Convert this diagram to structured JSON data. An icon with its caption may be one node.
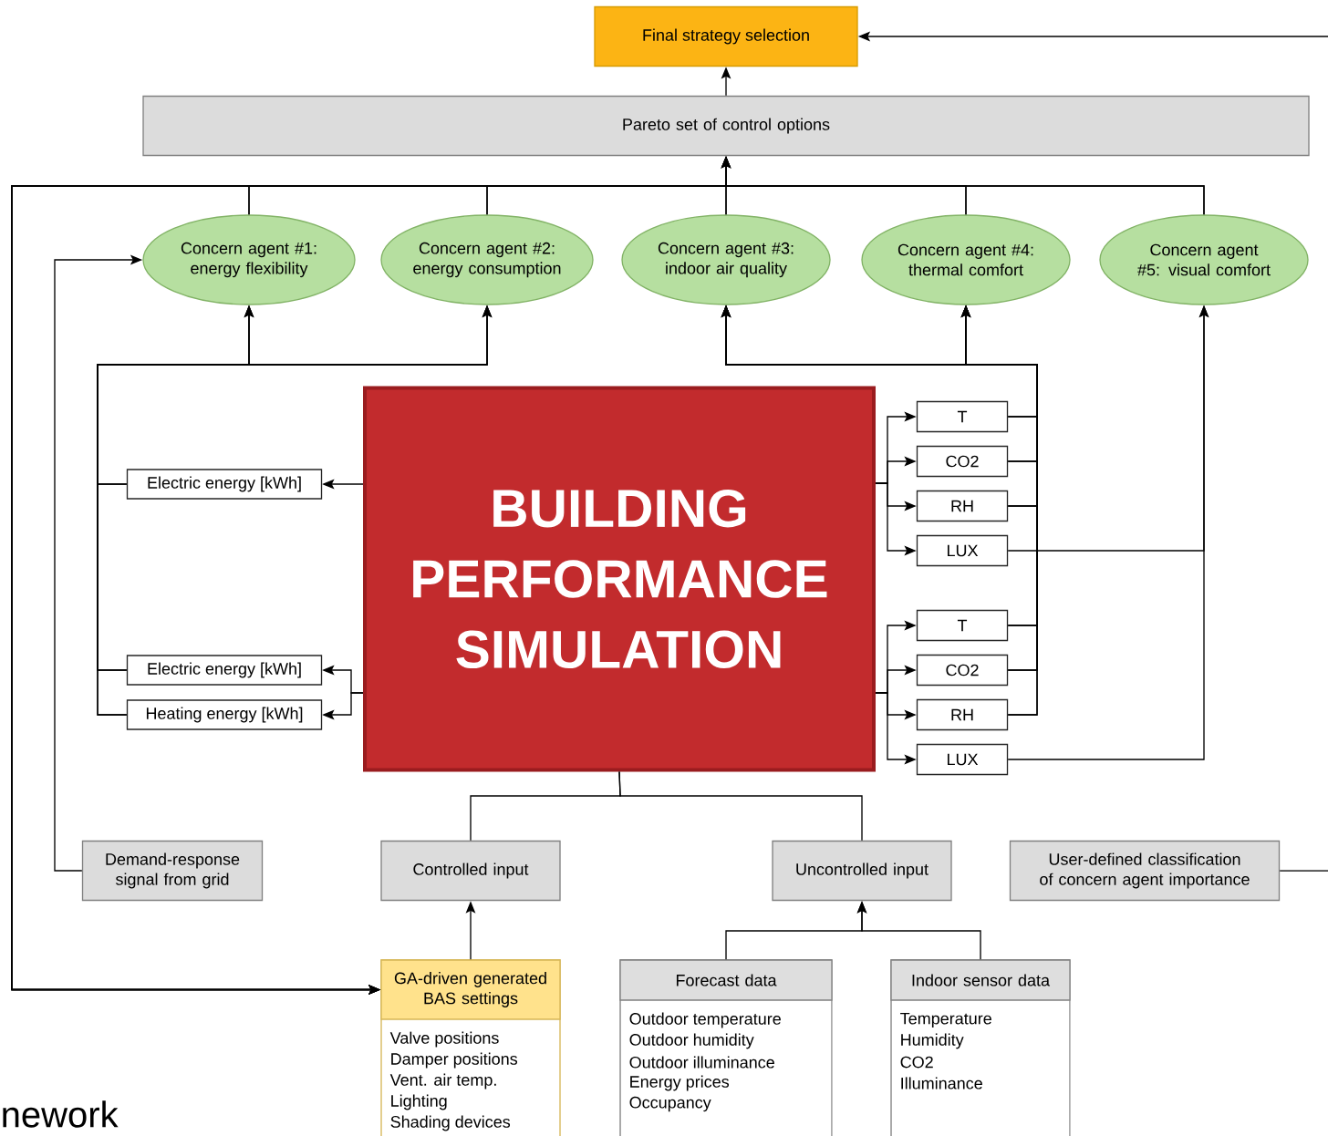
{
  "diagram": {
    "nodes": [
      {
        "text": [
          "Final strategy selection"
        ]
      },
      {
        "text": [
          "Pareto set of control options"
        ]
      },
      {
        "text": [
          "Concern agent #1: energy flexibility"
        ]
      },
      {
        "text": [
          "Concern agent #2: energy consumption"
        ]
      },
      {
        "text": [
          "Concern agent #3: indoor air quality"
        ]
      },
      {
        "text": [
          "Concern agent #4: thermal comfort"
        ]
      },
      {
        "text": [
          "Concern agent #5: visual comfort"
        ]
      },
      {
        "text": [
          "BUILDING PERFORMANCE SIMULATION"
        ]
      },
      {
        "text": [
          "Electric energy [kWh]"
        ]
      },
      {
        "text": [
          "Electric energy [kWh]"
        ]
      },
      {
        "text": [
          "Heating energy [kWh]"
        ]
      },
      {
        "text": [
          "T"
        ]
      },
      {
        "text": [
          "CO2"
        ]
      },
      {
        "text": [
          "RH"
        ]
      },
      {
        "text": [
          "LUX"
        ]
      },
      {
        "text": [
          "T"
        ]
      },
      {
        "text": [
          "CO2"
        ]
      },
      {
        "text": [
          "RH"
        ]
      },
      {
        "text": [
          "LUX"
        ]
      },
      {
        "text": [
          "Demand-response signal from grid"
        ]
      },
      {
        "text": [
          "Controlled input"
        ]
      },
      {
        "text": [
          "Uncontrolled input"
        ]
      },
      {
        "text": [
          "User-defined classification of concern agent importance"
        ]
      },
      {
        "text": [
          "GA-driven generated BAS settings",
          "Valve positions",
          "Damper positions",
          "Vent. air temp.",
          "Lighting",
          "Shading devices"
        ]
      },
      {
        "text": [
          "Forecast data",
          "Outdoor temperature",
          "Outdoor humidity",
          "Outdoor illuminance",
          "Energy prices",
          "Occupancy"
        ]
      },
      {
        "text": [
          "Indoor sensor data",
          "Temperature",
          "Humidity",
          "CO2",
          "Illuminance"
        ]
      }
    ],
    "edges": [
      {
        "from": 1,
        "to": 0,
        "arrow": "to"
      },
      {
        "from": null,
        "to": 0,
        "arrow": "to"
      },
      {
        "from": 2,
        "to": 1,
        "arrow": "to"
      },
      {
        "from": 3,
        "to": 1,
        "arrow": "to"
      },
      {
        "from": 4,
        "to": 1,
        "arrow": "to"
      },
      {
        "from": 5,
        "to": 1,
        "arrow": "to"
      },
      {
        "from": 6,
        "to": 1,
        "arrow": "to"
      },
      {
        "from": 2,
        "to": 23,
        "arrow": "to"
      },
      {
        "from": 3,
        "to": 23,
        "arrow": "to"
      },
      {
        "from": 4,
        "to": 23,
        "arrow": "to"
      },
      {
        "from": 5,
        "to": 23,
        "arrow": "to"
      },
      {
        "from": 6,
        "to": 23,
        "arrow": "to"
      },
      {
        "from": 7,
        "to": 8,
        "arrow": "to"
      },
      {
        "from": 7,
        "to": 9,
        "arrow": "to"
      },
      {
        "from": 7,
        "to": 10,
        "arrow": "to"
      },
      {
        "from": 8,
        "to": 2,
        "arrow": "to"
      },
      {
        "from": 8,
        "to": 3,
        "arrow": "to"
      },
      {
        "from": 9,
        "to": 2,
        "arrow": "to"
      },
      {
        "from": 9,
        "to": 3,
        "arrow": "to"
      },
      {
        "from": 10,
        "to": 2,
        "arrow": "to"
      },
      {
        "from": 10,
        "to": 3,
        "arrow": "to"
      },
      {
        "from": 7,
        "to": 11,
        "arrow": "to"
      },
      {
        "from": 7,
        "to": 12,
        "arrow": "to"
      },
      {
        "from": 7,
        "to": 13,
        "arrow": "to"
      },
      {
        "from": 7,
        "to": 14,
        "arrow": "to"
      },
      {
        "from": 7,
        "to": 15,
        "arrow": "to"
      },
      {
        "from": 7,
        "to": 16,
        "arrow": "to"
      },
      {
        "from": 7,
        "to": 17,
        "arrow": "to"
      },
      {
        "from": 7,
        "to": 18,
        "arrow": "to"
      },
      {
        "from": 11,
        "to": 4,
        "arrow": "to"
      },
      {
        "from": 11,
        "to": 5,
        "arrow": "to"
      },
      {
        "from": 12,
        "to": 4,
        "arrow": "to"
      },
      {
        "from": 12,
        "to": 5,
        "arrow": "to"
      },
      {
        "from": 13,
        "to": 4,
        "arrow": "to"
      },
      {
        "from": 13,
        "to": 5,
        "arrow": "to"
      },
      {
        "from": 15,
        "to": 4,
        "arrow": "to"
      },
      {
        "from": 15,
        "to": 5,
        "arrow": "to"
      },
      {
        "from": 16,
        "to": 4,
        "arrow": "to"
      },
      {
        "from": 16,
        "to": 5,
        "arrow": "to"
      },
      {
        "from": 17,
        "to": 4,
        "arrow": "to"
      },
      {
        "from": 17,
        "to": 5,
        "arrow": "to"
      },
      {
        "from": 14,
        "to": 6,
        "arrow": "to"
      },
      {
        "from": 18,
        "to": 6,
        "arrow": "to"
      },
      {
        "from": 19,
        "to": 2,
        "arrow": "to"
      },
      {
        "from": 20,
        "to": 7,
        "arrow": "none"
      },
      {
        "from": 21,
        "to": 7,
        "arrow": "none"
      },
      {
        "from": 23,
        "to": 20,
        "arrow": "to"
      },
      {
        "from": 24,
        "to": 21,
        "arrow": "to"
      },
      {
        "from": 25,
        "to": 21,
        "arrow": "to"
      },
      {
        "from": 22,
        "to": null,
        "arrow": "none"
      }
    ],
    "labels": [
      "nework"
    ]
  }
}
